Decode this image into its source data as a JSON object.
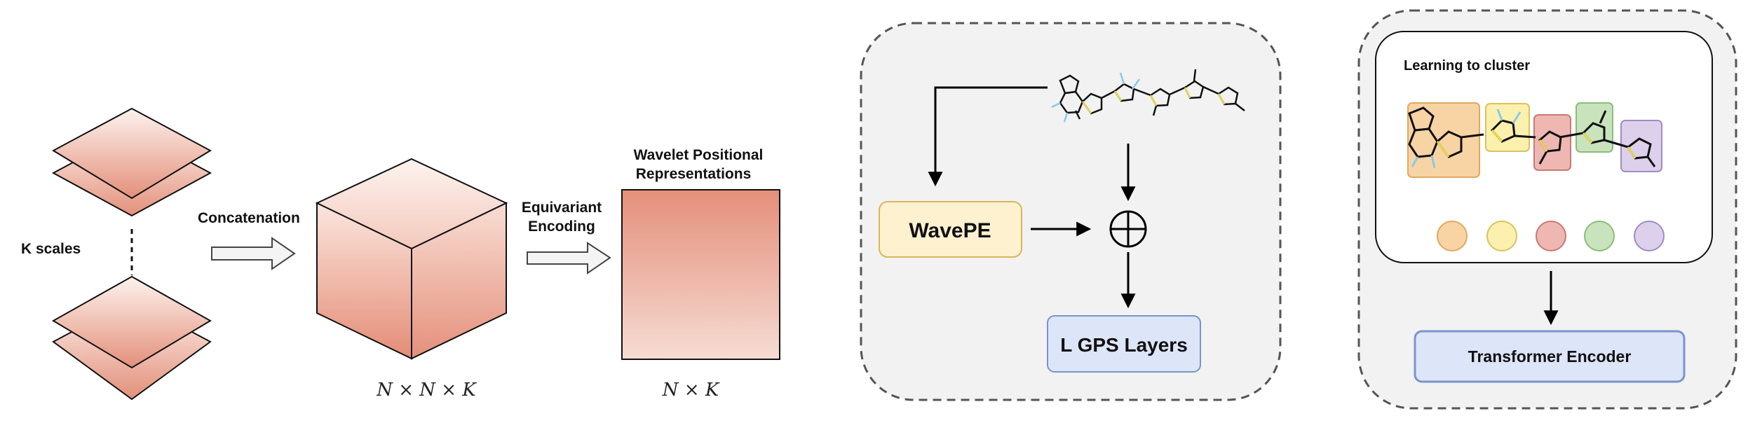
{
  "left_panel": {
    "k_scales_label": "K scales",
    "concat_label": "Concatenation",
    "equivariant_label_line1": "Equivariant",
    "equivariant_label_line2": "Encoding",
    "cube_dims": "N × N × K",
    "wavelet_title_line1": "Wavelet Positional",
    "wavelet_title_line2": "Representations",
    "matrix_dims": "N × K"
  },
  "middle_panel": {
    "wavepe_label": "WavePE",
    "sum_symbol": "⊕",
    "gps_label": "L GPS Layers"
  },
  "right_panel": {
    "cluster_title": "Learning to cluster",
    "encoder_label": "Transformer Encoder"
  },
  "colors": {
    "salmon_top": "#fbe9e4",
    "salmon_bottom": "#e59a86",
    "wavepe_fill": "#fdf1cf",
    "wavepe_stroke": "#d8b65a",
    "gps_fill": "#dde5f8",
    "gps_stroke": "#7b94c9",
    "panel_fill": "#f2f2f2",
    "cluster_orange": "#f8d4a4",
    "cluster_yellow": "#fbf0ad",
    "cluster_red": "#eeb7b2",
    "cluster_green": "#c9e3bd",
    "cluster_purple": "#dcd0ea"
  }
}
